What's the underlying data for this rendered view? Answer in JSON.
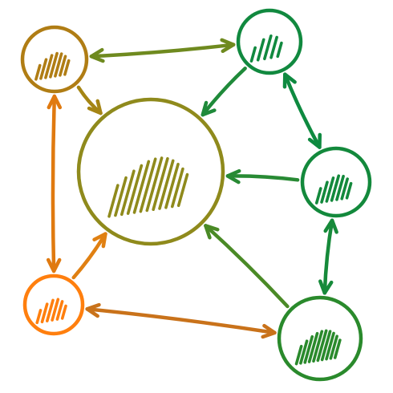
{
  "diagram": {
    "style": "hand-drawn node network",
    "gradient": {
      "from": "#ff7f0e",
      "mid": "#b8860b",
      "to": "#0b8a3e"
    },
    "nodes": [
      {
        "id": "hub",
        "color": "#8f8a1c",
        "hatch_count": 12
      },
      {
        "id": "top-left",
        "color": "#b07d14",
        "hatch_count": 7
      },
      {
        "id": "top-right",
        "color": "#11893f",
        "hatch_count": 5
      },
      {
        "id": "mid-right",
        "color": "#13893c",
        "hatch_count": 7
      },
      {
        "id": "bottom-left",
        "color": "#ff7f0e",
        "hatch_count": 6
      },
      {
        "id": "bottom-right",
        "color": "#2a8a2c",
        "hatch_count": 10
      }
    ],
    "edges": [
      {
        "from": "top-left",
        "to": "top-right",
        "direction": "both",
        "color": "#6f8a1f"
      },
      {
        "from": "top-left",
        "to": "hub",
        "direction": "forward",
        "color": "#a58514"
      },
      {
        "from": "top-right",
        "to": "hub",
        "direction": "forward",
        "color": "#1f8a3a"
      },
      {
        "from": "top-right",
        "to": "mid-right",
        "direction": "both",
        "color": "#0e8a40"
      },
      {
        "from": "mid-right",
        "to": "hub",
        "direction": "forward",
        "color": "#288a34"
      },
      {
        "from": "mid-right",
        "to": "bottom-right",
        "direction": "both",
        "color": "#168a3a"
      },
      {
        "from": "bottom-right",
        "to": "hub",
        "direction": "forward",
        "color": "#4a8a26"
      },
      {
        "from": "bottom-right",
        "to": "bottom-left",
        "direction": "both",
        "color": "#c9721a"
      },
      {
        "from": "top-left",
        "to": "bottom-left",
        "direction": "both",
        "color": "#e07a10"
      },
      {
        "from": "bottom-left",
        "to": "hub",
        "direction": "forward",
        "color": "#e08012"
      }
    ]
  }
}
